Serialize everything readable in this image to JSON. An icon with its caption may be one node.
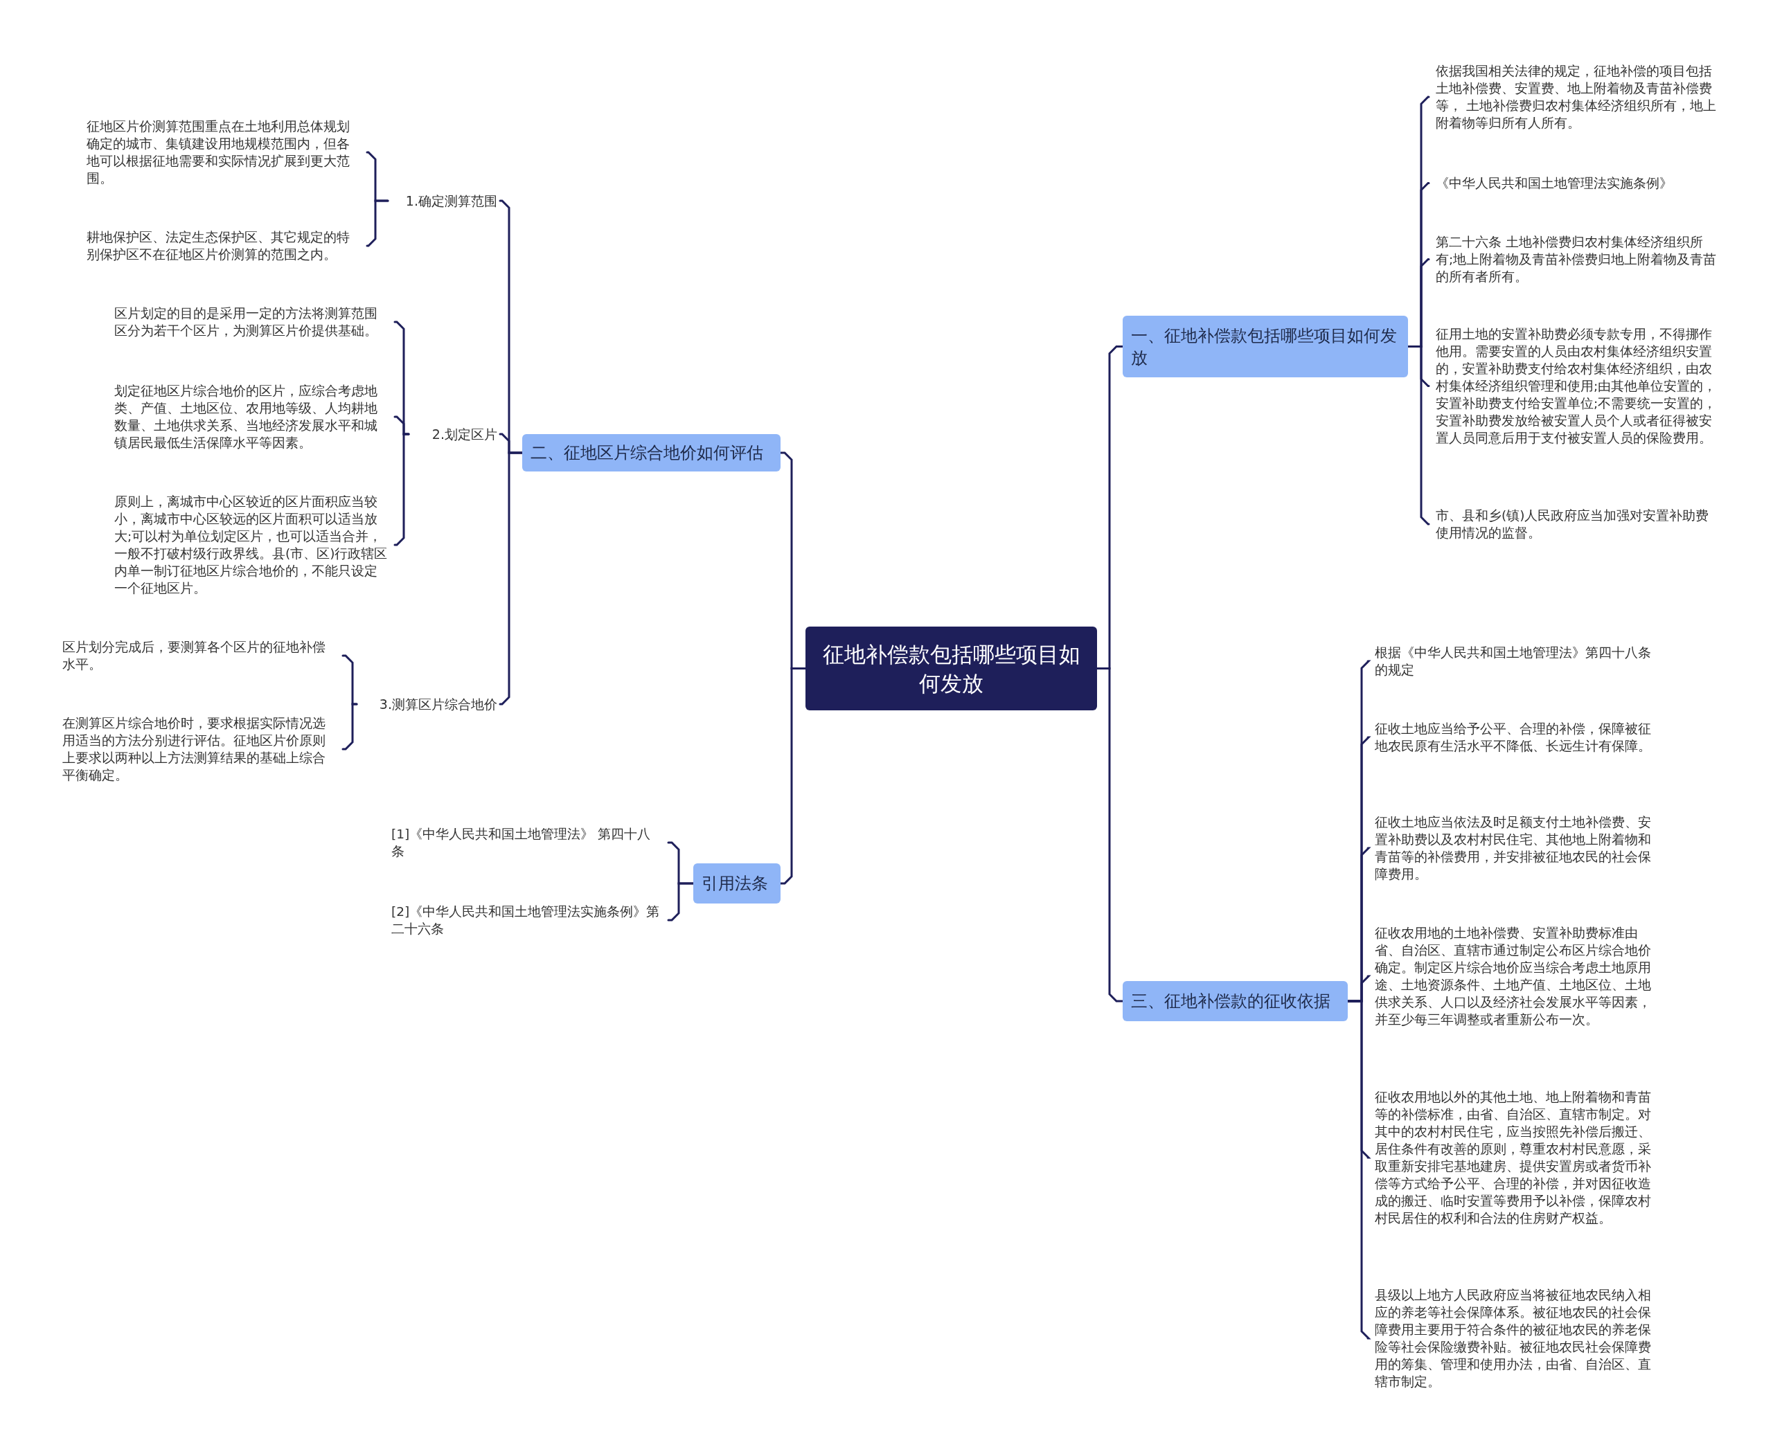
{
  "diagram": {
    "nodes": [
      {
        "text": [
          "征地补偿款包括哪些项目如何发放"
        ]
      },
      {
        "text": [
          "一、征地补偿款包括哪些项目如何发放"
        ]
      },
      {
        "text": [
          "依据我国相关法律的规定，征地补偿的项目包括土地补偿费、安置费、地上附着物及青苗补偿费等， 土地补偿费归农村集体经济组织所有，地上附着物等归所有人所有。"
        ]
      },
      {
        "text": [
          "《中华人民共和国土地管理法实施条例》"
        ]
      },
      {
        "text": [
          "第二十六条 土地补偿费归农村集体经济组织所有;地上附着物及青苗补偿费归地上附着物及青苗的所有者所有。"
        ]
      },
      {
        "text": [
          "征用土地的安置补助费必须专款专用，不得挪作他用。需要安置的人员由农村集体经济组织安置的，安置补助费支付给农村集体经济组织，由农村集体经济组织管理和使用;由其他单位安置的，安置补助费支付给安置单位;不需要统一安置的，安置补助费发放给被安置人员个人或者征得被安置人员同意后用于支付被安置人员的保险费用。"
        ]
      },
      {
        "text": [
          "市、县和乡(镇)人民政府应当加强对安置补助费使用情况的监督。"
        ]
      },
      {
        "text": [
          "三、征地补偿款的征收依据"
        ]
      },
      {
        "text": [
          "根据《中华人民共和国土地管理法》第四十八条的规定"
        ]
      },
      {
        "text": [
          "征收土地应当给予公平、合理的补偿，保障被征地农民原有生活水平不降低、长远生计有保障。"
        ]
      },
      {
        "text": [
          "征收土地应当依法及时足额支付土地补偿费、安置补助费以及农村村民住宅、其他地上附着物和青苗等的补偿费用，并安排被征地农民的社会保障费用。"
        ]
      },
      {
        "text": [
          "征收农用地的土地补偿费、安置补助费标准由省、自治区、直辖市通过制定公布区片综合地价确定。制定区片综合地价应当综合考虑土地原用途、土地资源条件、土地产值、土地区位、土地供求关系、人口以及经济社会发展水平等因素，并至少每三年调整或者重新公布一次。"
        ]
      },
      {
        "text": [
          "征收农用地以外的其他土地、地上附着物和青苗等的补偿标准，由省、自治区、直辖市制定。对其中的农村村民住宅，应当按照先补偿后搬迁、居住条件有改善的原则，尊重农村村民意愿，采取重新安排宅基地建房、提供安置房或者货币补偿等方式给予公平、合理的补偿，并对因征收造成的搬迁、临时安置等费用予以补偿，保障农村村民居住的权利和合法的住房财产权益。"
        ]
      },
      {
        "text": [
          "县级以上地方人民政府应当将被征地农民纳入相应的养老等社会保障体系。被征地农民的社会保障费用主要用于符合条件的被征地农民的养老保险等社会保险缴费补贴。被征地农民社会保障费用的筹集、管理和使用办法，由省、自治区、直辖市制定。"
        ]
      },
      {
        "text": [
          "二、征地区片综合地价如何评估"
        ]
      },
      {
        "text": [
          "1.确定测算范围"
        ]
      },
      {
        "text": [
          "征地区片价测算范围重点在土地利用总体规划确定的城市、集镇建设用地规模范围内，但各地可以根据征地需要和实际情况扩展到更大范围。"
        ]
      },
      {
        "text": [
          "耕地保护区、法定生态保护区、其它规定的特别保护区不在征地区片价测算的范围之内。"
        ]
      },
      {
        "text": [
          "2.划定区片"
        ]
      },
      {
        "text": [
          "区片划定的目的是采用一定的方法将测算范围区分为若干个区片，为测算区片价提供基础。"
        ]
      },
      {
        "text": [
          "划定征地区片综合地价的区片，应综合考虑地类、产值、土地区位、农用地等级、人均耕地数量、土地供求关系、当地经济发展水平和城镇居民最低生活保障水平等因素。"
        ]
      },
      {
        "text": [
          "原则上，离城市中心区较近的区片面积应当较小，离城市中心区较远的区片面积可以适当放大;可以村为单位划定区片，也可以适当合并，一般不打破村级行政界线。县(市、区)行政辖区内单一制订征地区片综合地价的，不能只设定一个征地区片。"
        ]
      },
      {
        "text": [
          "3.测算区片综合地价"
        ]
      },
      {
        "text": [
          "区片划分完成后，要测算各个区片的征地补偿水平。"
        ]
      },
      {
        "text": [
          "在测算区片综合地价时，要求根据实际情况选用适当的方法分别进行评估。征地区片价原则上要求以两种以上方法测算结果的基础上综合平衡确定。"
        ]
      },
      {
        "text": [
          "引用法条"
        ]
      },
      {
        "text": [
          "[1]《中华人民共和国土地管理法》 第四十八条"
        ]
      },
      {
        "text": [
          "[2]《中华人民共和国土地管理法实施条例》第二十六条"
        ]
      }
    ],
    "edges": [
      {
        "from": 0,
        "to": 1,
        "arrow": "none"
      },
      {
        "from": 1,
        "to": 2,
        "arrow": "none"
      },
      {
        "from": 1,
        "to": 3,
        "arrow": "none"
      },
      {
        "from": 1,
        "to": 4,
        "arrow": "none"
      },
      {
        "from": 1,
        "to": 5,
        "arrow": "none"
      },
      {
        "from": 1,
        "to": 6,
        "arrow": "none"
      },
      {
        "from": 0,
        "to": 7,
        "arrow": "none"
      },
      {
        "from": 7,
        "to": 8,
        "arrow": "none"
      },
      {
        "from": 7,
        "to": 9,
        "arrow": "none"
      },
      {
        "from": 7,
        "to": 10,
        "arrow": "none"
      },
      {
        "from": 7,
        "to": 11,
        "arrow": "none"
      },
      {
        "from": 7,
        "to": 12,
        "arrow": "none"
      },
      {
        "from": 7,
        "to": 13,
        "arrow": "none"
      },
      {
        "from": 0,
        "to": 14,
        "arrow": "none"
      },
      {
        "from": 14,
        "to": 15,
        "arrow": "none"
      },
      {
        "from": 15,
        "to": 16,
        "arrow": "none"
      },
      {
        "from": 15,
        "to": 17,
        "arrow": "none"
      },
      {
        "from": 14,
        "to": 18,
        "arrow": "none"
      },
      {
        "from": 18,
        "to": 19,
        "arrow": "none"
      },
      {
        "from": 18,
        "to": 20,
        "arrow": "none"
      },
      {
        "from": 18,
        "to": 21,
        "arrow": "none"
      },
      {
        "from": 14,
        "to": 22,
        "arrow": "none"
      },
      {
        "from": 22,
        "to": 23,
        "arrow": "none"
      },
      {
        "from": 22,
        "to": 24,
        "arrow": "none"
      },
      {
        "from": 0,
        "to": 25,
        "arrow": "none"
      },
      {
        "from": 25,
        "to": 26,
        "arrow": "none"
      },
      {
        "from": 25,
        "to": 27,
        "arrow": "none"
      }
    ]
  }
}
